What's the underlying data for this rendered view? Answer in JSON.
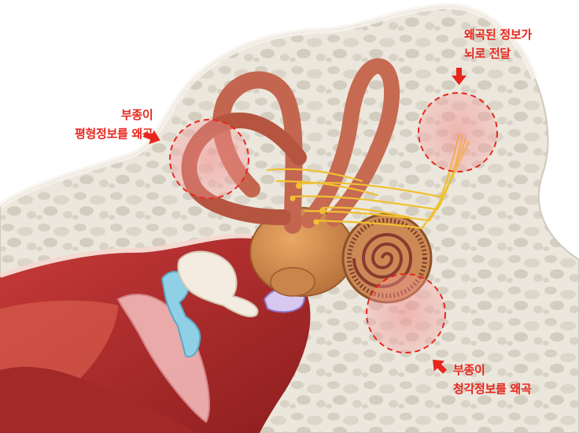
{
  "callouts": {
    "brain": {
      "line1": "왜곡된 정보가",
      "line2": "뇌로 전달"
    },
    "balance": {
      "line1": "부종이",
      "line2": "평형정보를 왜곡"
    },
    "hearing": {
      "line1": "부종이",
      "line2": "청각정보를 왜곡"
    }
  },
  "colors": {
    "accent_red": "#e8261e",
    "bone": "#e9e4da",
    "canal": "#c4664f",
    "nerve": "#f0c030",
    "tissue": "#b52c2c"
  },
  "icons": {
    "arrow": "pointer-arrow-icon"
  }
}
